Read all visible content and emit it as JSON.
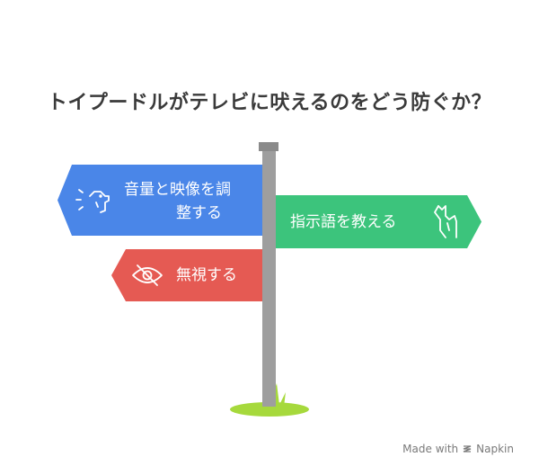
{
  "title": "トイプードルがテレビに吠えるのをどう防ぐか？",
  "signs": {
    "volume": {
      "line1": "音量と映像を調",
      "line2": "整する",
      "color": "#4a86e8",
      "icon": "barking-dog-icon"
    },
    "command": {
      "label": "指示語を教える",
      "color": "#3cc47c",
      "icon": "pointing-hand-icon"
    },
    "ignore": {
      "label": "無視する",
      "color": "#e55a53",
      "icon": "eye-off-icon"
    }
  },
  "footer": {
    "prefix": "Made with",
    "brand": "Napkin"
  },
  "colors": {
    "pole": "#9e9e9e",
    "pole_cap": "#8a8a8a",
    "grass": "#a6d93c",
    "title": "#3a3a3a"
  }
}
